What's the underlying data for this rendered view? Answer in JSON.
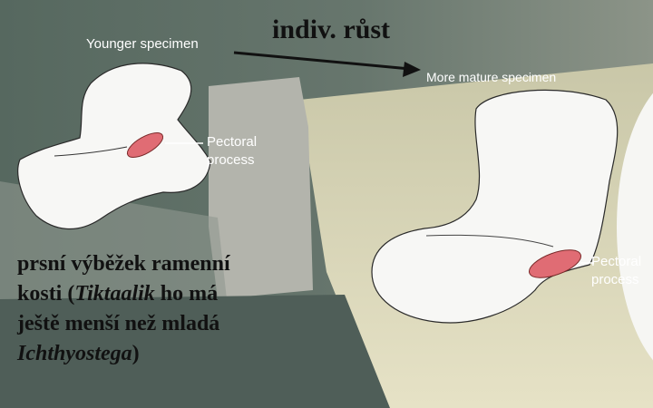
{
  "labels": {
    "younger": "Younger specimen",
    "mature": "More mature specimen",
    "growth": "indiv. růst",
    "pectoral_left_1": "Pectoral",
    "pectoral_left_2": "process",
    "pectoral_right_1": "Pectoral",
    "pectoral_right_2": "process"
  },
  "caption": {
    "line1": "prsní výběžek ramenní",
    "line2_a": "kosti (",
    "line2_b": "Tiktaalik",
    "line2_c": " ho má",
    "line3": "ještě menší než mladá",
    "line4_a": "Ichthyostega",
    "line4_b": ")"
  },
  "colors": {
    "background_dark": "#5f6f66",
    "background_light": "#dad7b9",
    "bone": "#f7f7f5",
    "pectoral_highlight": "#e06c74",
    "arrow": "#111111"
  }
}
